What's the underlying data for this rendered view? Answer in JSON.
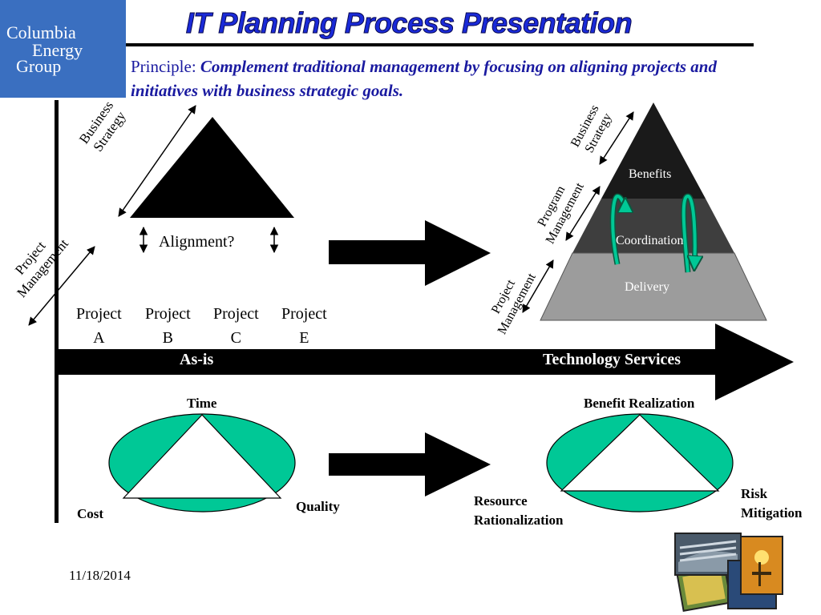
{
  "logo": {
    "line1": "Columbia",
    "line2": "Energy",
    "line3": "Group"
  },
  "title": "IT Planning Process Presentation",
  "principle": {
    "lead": "Principle: ",
    "body": "Complement traditional management by focusing on aligning projects and initiatives with business strategic goals."
  },
  "left_pyramid": {
    "business_strategy": [
      "Business",
      "Strategy"
    ],
    "project_management": [
      "Project",
      "Management"
    ],
    "alignment": "Alignment?",
    "projects": [
      {
        "name": "Project",
        "id": "A"
      },
      {
        "name": "Project",
        "id": "B"
      },
      {
        "name": "Project",
        "id": "C"
      },
      {
        "name": "Project",
        "id": "E"
      }
    ]
  },
  "right_pyramid": {
    "business_strategy": [
      "Business",
      "Strategy"
    ],
    "program_management": [
      "Program",
      "Management"
    ],
    "project_management": [
      "Project",
      "Management"
    ],
    "layers": [
      "Benefits",
      "Coordination",
      "Delivery"
    ]
  },
  "timeline": {
    "left": "As-is",
    "right": "Technology Services"
  },
  "left_triangle": {
    "top": "Time",
    "left": "Cost",
    "right": "Quality"
  },
  "right_triangle": {
    "top": "Benefit Realization",
    "left": [
      "Resource",
      "Rationalization"
    ],
    "right": [
      "Risk",
      "Mitigation"
    ]
  },
  "footer": {
    "date": "11/18/2014"
  },
  "colors": {
    "title": "#1a2ad8",
    "principle": "#1a1aa0",
    "logo_bg": "#3a6fc0",
    "ellipse": "#00c896"
  }
}
